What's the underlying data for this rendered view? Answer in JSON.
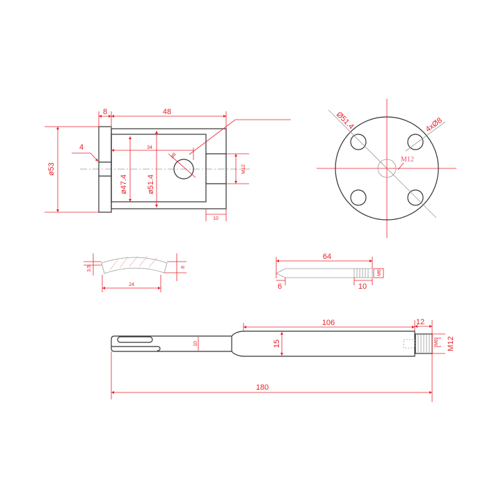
{
  "colors": {
    "dimension": "#e8202a",
    "outline": "#333333",
    "centerline": "#999999"
  },
  "views": {
    "cylinder_side": {
      "dims": {
        "flange_width": "8",
        "length": "48",
        "outer_dia": "ø53",
        "hole_offset": "4",
        "hole_pos": "34",
        "hole_dia": "ø8",
        "inner_dia": "ø47.4",
        "body_dia": "ø51.4",
        "thread": "M12",
        "thread_len": "10"
      }
    },
    "cylinder_end": {
      "dims": {
        "pcd": "Ø51.4",
        "holes": "4xØ8",
        "center_thread": "M12"
      }
    },
    "segment": {
      "dims": {
        "thickness": "3.5",
        "height": "8",
        "width": "24"
      }
    },
    "pin": {
      "dims": {
        "length": "64",
        "tip": "6",
        "thread_len": "10",
        "thread": "M6"
      }
    },
    "shaft": {
      "dims": {
        "body_len": "106",
        "thread_len": "12",
        "body_dia": "15",
        "shank_dia": "10",
        "inner_thread": "M6",
        "thread": "M12",
        "total_len": "180"
      }
    }
  }
}
